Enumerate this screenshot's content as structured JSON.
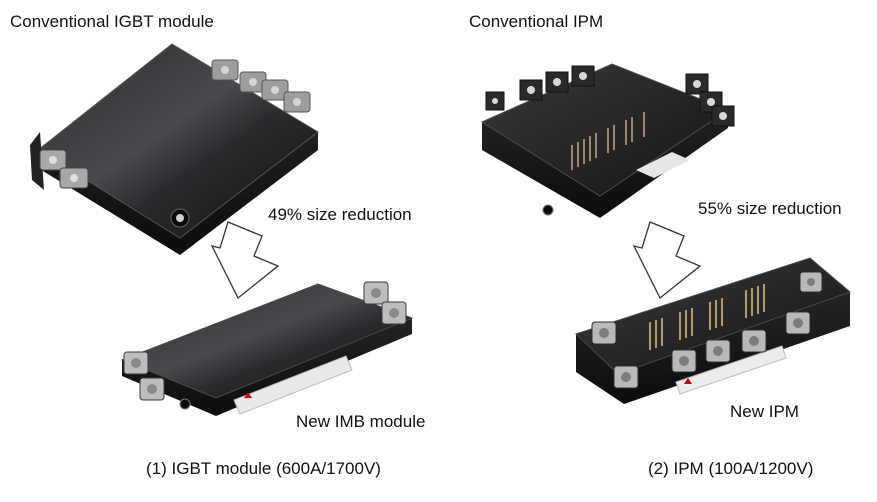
{
  "left_panel": {
    "title": "Conventional IGBT module",
    "reduction": "49% size reduction",
    "new_label": "New IMB module",
    "caption": "(1) IGBT module (600A/1700V)"
  },
  "right_panel": {
    "title": "Conventional IPM",
    "reduction": "55% size reduction",
    "new_label": "New IPM",
    "caption": "(2) IPM (100A/1200V)"
  },
  "colors": {
    "module_body": "#1c1c1e",
    "module_edge": "#3a3a3d",
    "terminal_silver": "#c8c8c8",
    "arrow_outline": "#333333",
    "label_sticker": "#e9e9e9"
  },
  "icons": [
    "down-arrow-icon",
    "mitsubishi-logo-icon"
  ]
}
